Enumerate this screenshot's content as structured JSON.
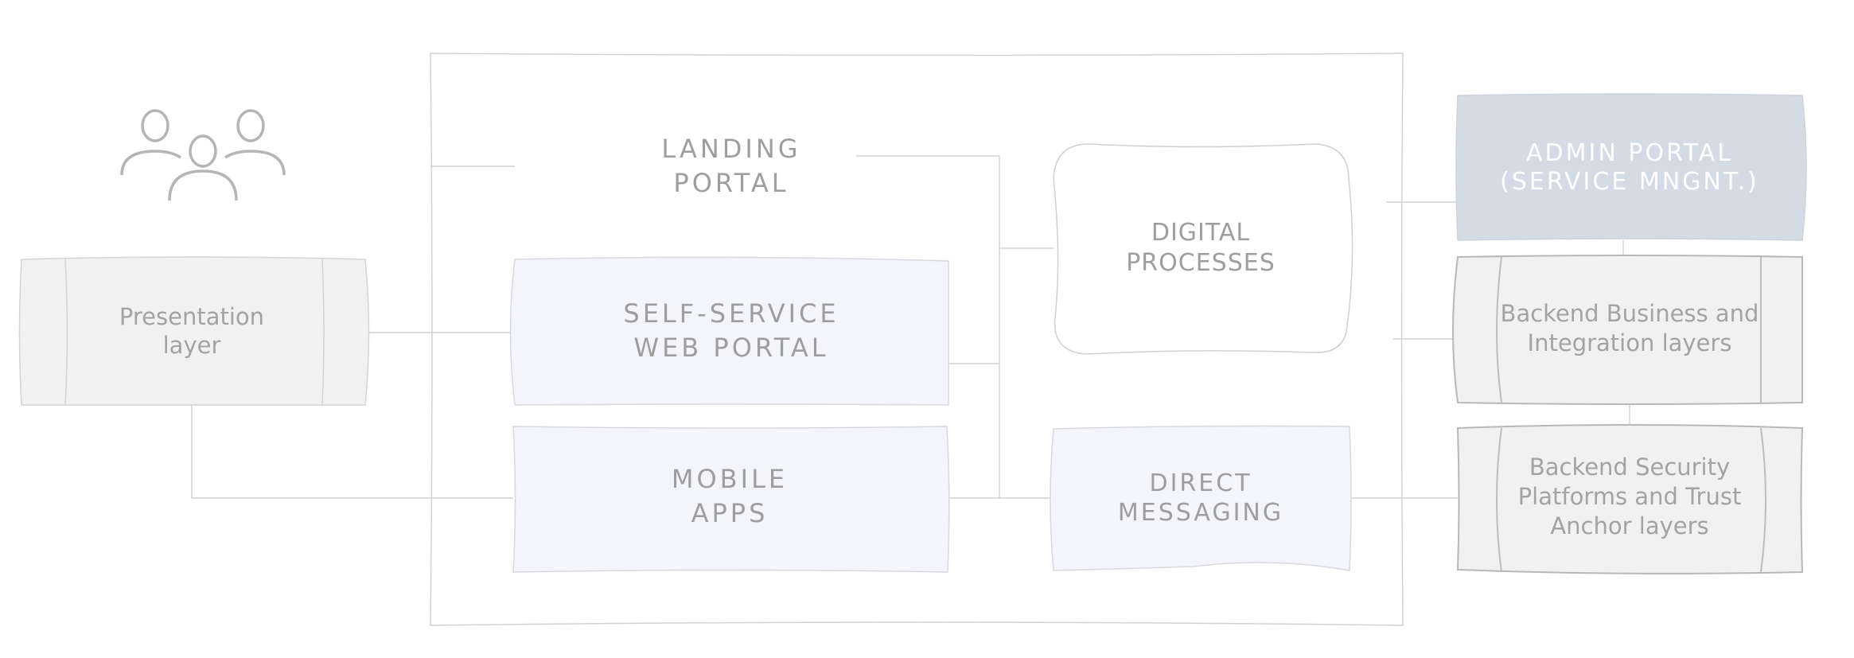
{
  "diagram": {
    "users_icon": "users-group-icon",
    "presentation": {
      "line1": "Presentation",
      "line2": "layer"
    },
    "landing_portal": {
      "line1": "LANDING",
      "line2": "PORTAL"
    },
    "self_service": {
      "line1": "SELF-SERVICE",
      "line2": "WEB PORTAL"
    },
    "mobile_apps": {
      "line1": "MOBILE",
      "line2": "APPS"
    },
    "digital_processes": {
      "line1": "DIGITAL",
      "line2": "PROCESSES"
    },
    "direct_messaging": {
      "line1": "DIRECT",
      "line2": "MESSAGING"
    },
    "admin_portal": {
      "line1": "ADMIN PORTAL",
      "line2": "(SERVICE MNGNT.)"
    },
    "backend_business": {
      "line1": "Backend Business and",
      "line2": "Integration layers"
    },
    "backend_security": {
      "line1": "Backend Security",
      "line2": "Platforms and Trust",
      "line3": "Anchor layers"
    }
  },
  "colors": {
    "box_gray": "#f1f1f1",
    "box_blue": "#f4f5fa",
    "admin_fill": "#d5dbe4",
    "line": "#d2d2d2",
    "text": "#a0a0a0"
  }
}
